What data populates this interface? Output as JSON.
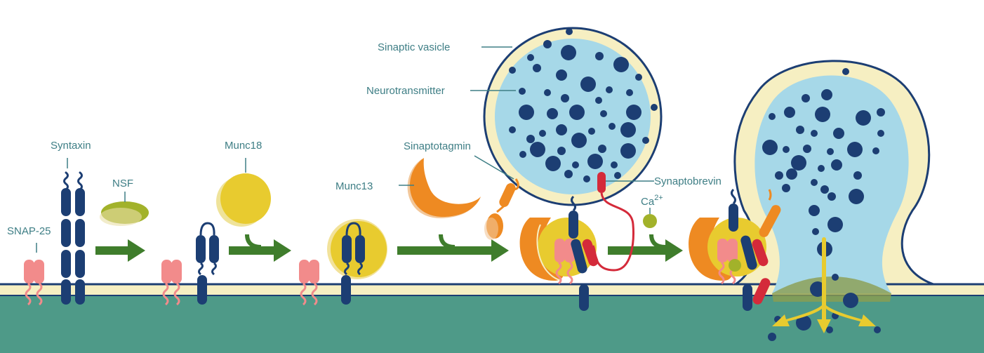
{
  "labels": {
    "syntaxin": "Syntaxin",
    "nsf": "NSF",
    "munc18": "Munc18",
    "snap25": "SNAP-25",
    "munc13": "Munc13",
    "sinaptotagmin": "Sinaptotagmin",
    "sinaptic_vesicle": "Sinaptic vasicle",
    "neurotransmitter": "Neurotransmitter",
    "synaptobrevin": "Synaptobrevin",
    "calcium": "Ca",
    "calcium_charge": "2+"
  },
  "colors": {
    "cytoplasm": "#4e9a88",
    "membrane_fill": "#f6efc2",
    "membrane_line": "#1c3e73",
    "vesicle_lumen": "#a6d8e8",
    "neurotransmitter": "#1c3e73",
    "syntaxin": "#1c3e73",
    "snap25": "#f28b8b",
    "nsf": "#a2b22a",
    "munc18": "#e8cb2f",
    "munc13": "#ee8a22",
    "synaptobrevin": "#d42a3a",
    "arrow": "#3f7d2c",
    "release_arrow": "#e8cb2f",
    "label_text": "#3e7e85"
  }
}
